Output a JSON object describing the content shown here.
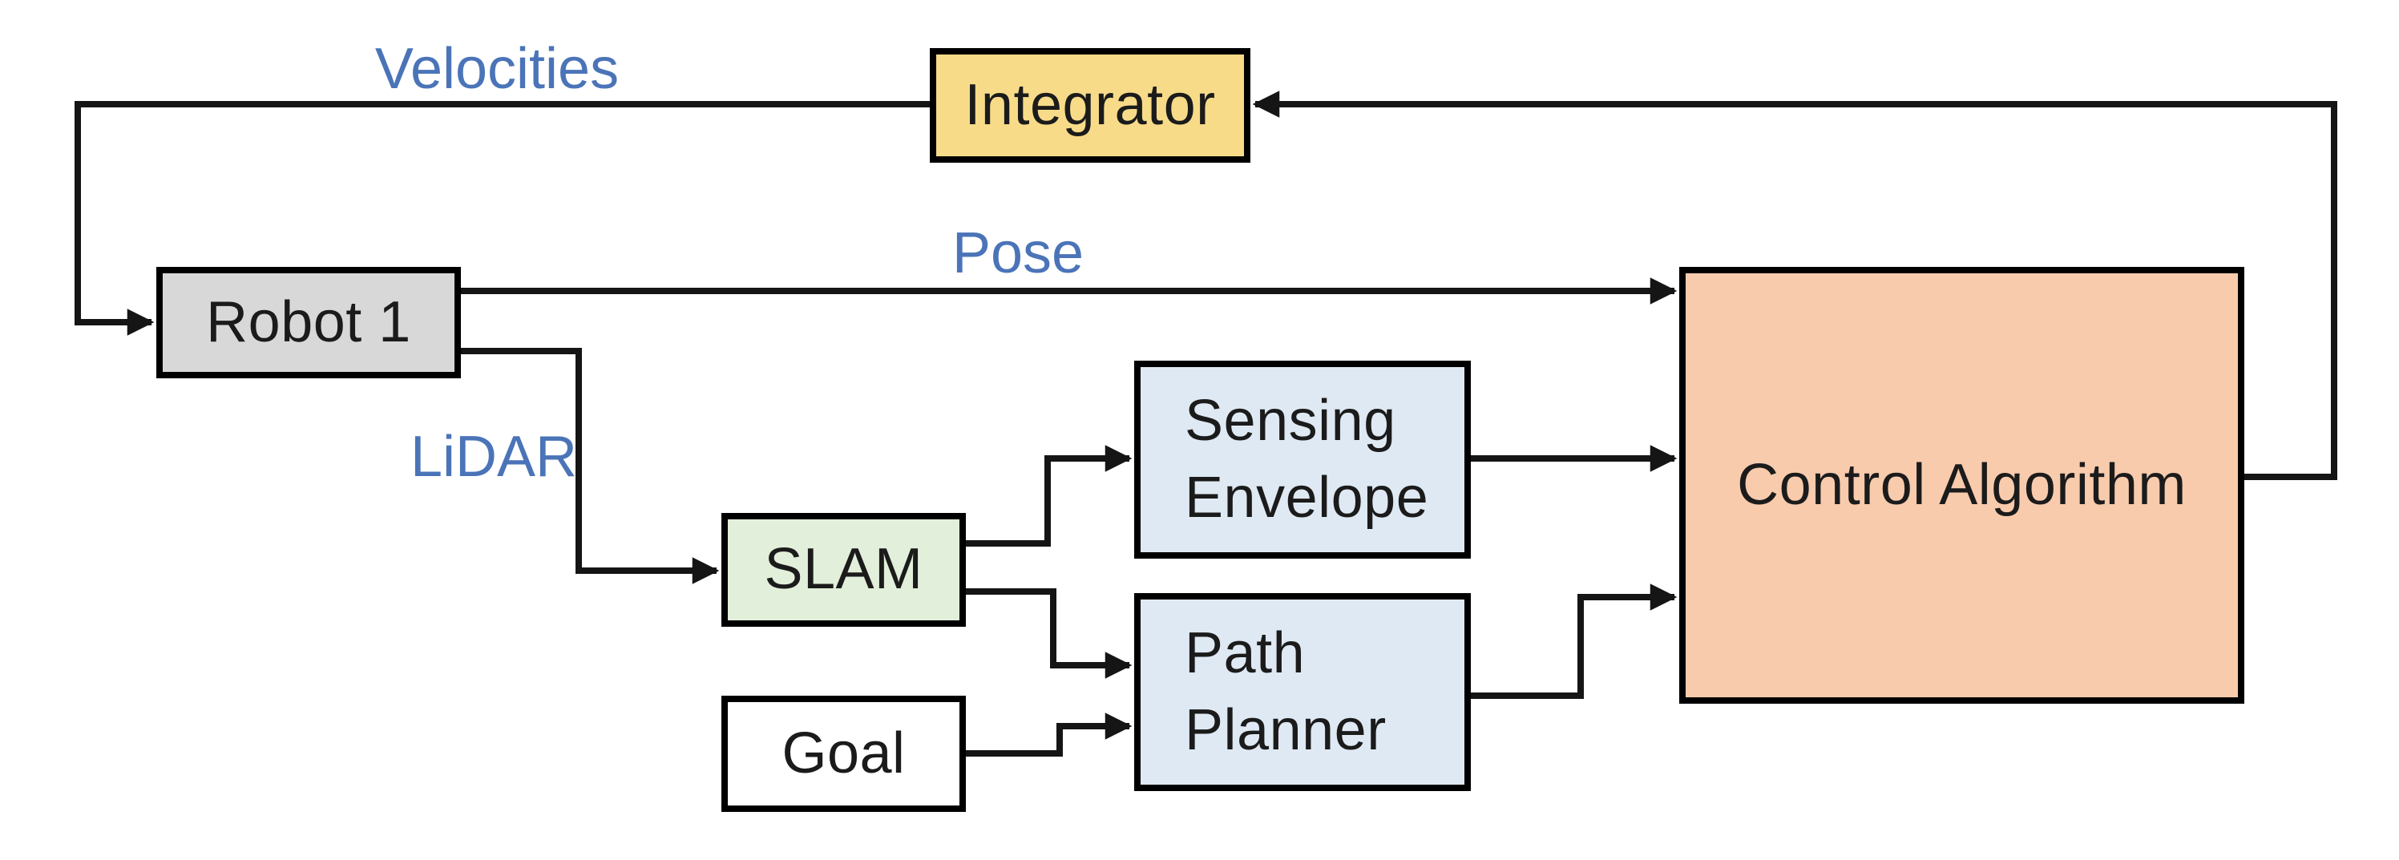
{
  "diagram": {
    "background": "#FFFFFF",
    "line_color": "#151515",
    "label_color": "#4B74B8",
    "text_color": "#1B1B1B",
    "nodes": {
      "integrator": {
        "label": "Integrator",
        "fill": "#F7DB88"
      },
      "robot1": {
        "label": "Robot 1",
        "fill": "#D8D8D8"
      },
      "slam": {
        "label": "SLAM",
        "fill": "#E2EFDA"
      },
      "goal": {
        "label": "Goal",
        "fill": "#FFFFFF"
      },
      "sensing_envelope": {
        "label": "Sensing Envelope",
        "fill": "#DFE9F3"
      },
      "path_planner": {
        "label": "Path Planner",
        "fill": "#DFE9F3"
      },
      "control_algorithm": {
        "label": "Control Algorithm",
        "fill": "#F8CBAD"
      }
    },
    "edge_labels": {
      "velocities": "Velocities",
      "pose": "Pose",
      "lidar": "LiDAR"
    },
    "edges": [
      {
        "from": "Control Algorithm",
        "to": "Integrator"
      },
      {
        "from": "Integrator",
        "to": "Robot 1",
        "label": "Velocities"
      },
      {
        "from": "Robot 1",
        "to": "Control Algorithm",
        "label": "Pose"
      },
      {
        "from": "Robot 1",
        "to": "SLAM",
        "label": "LiDAR"
      },
      {
        "from": "SLAM",
        "to": "Sensing Envelope"
      },
      {
        "from": "SLAM",
        "to": "Path Planner"
      },
      {
        "from": "Goal",
        "to": "Path Planner"
      },
      {
        "from": "Sensing Envelope",
        "to": "Control Algorithm"
      },
      {
        "from": "Path Planner",
        "to": "Control Algorithm"
      }
    ]
  }
}
